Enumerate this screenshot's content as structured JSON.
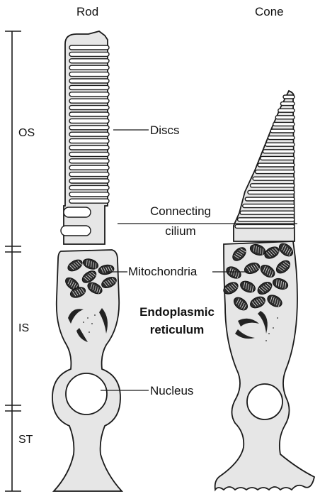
{
  "headers": {
    "rod": "Rod",
    "cone": "Cone"
  },
  "scale_labels": {
    "os": "OS",
    "is": "IS",
    "st": "ST"
  },
  "structure_labels": {
    "discs": "Discs",
    "connecting_line1": "Connecting",
    "connecting_line2": "cilium",
    "mitochondria": "Mitochondria",
    "er_line1": "Endoplasmic",
    "er_line2": "reticulum",
    "nucleus": "Nucleus"
  },
  "colors": {
    "cell_fill": "#e6e6e6",
    "outline": "#1a1a1a",
    "background": "#ffffff"
  }
}
